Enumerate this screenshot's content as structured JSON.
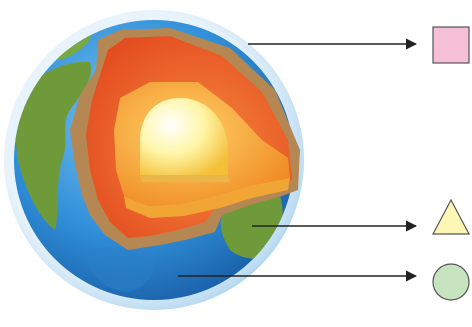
{
  "diagram": {
    "subject": "earth-layers-cutaway",
    "colors": {
      "atmosphere": "#cfe6f7",
      "ocean": "#2f8fd8",
      "land": "#6f9a3a",
      "crust": "#b58752",
      "mantle": "#f06a2c",
      "outer_core": "#f39a2b",
      "inner_core": "#fff3a6",
      "arrow": "#222222"
    },
    "markers": [
      {
        "shape": "square",
        "color": "#f4bfd7"
      },
      {
        "shape": "triangle",
        "color": "#fdf7b6"
      },
      {
        "shape": "circle",
        "color": "#c8e3c0"
      }
    ]
  }
}
